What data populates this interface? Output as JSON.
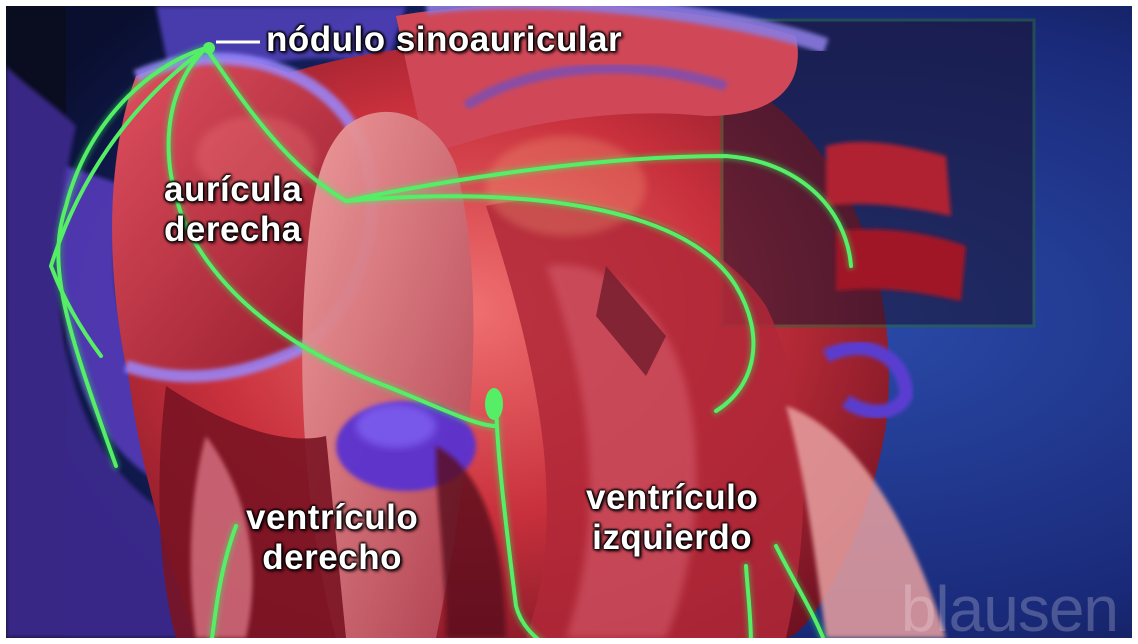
{
  "labels": {
    "sa_node": "nódulo sinoauricular",
    "right_atrium": [
      "aurícula",
      "derecha"
    ],
    "right_ventricle": [
      "ventrículo",
      "derecho"
    ],
    "left_ventricle": [
      "ventrículo",
      "izquierdo"
    ]
  },
  "watermark": "blausen",
  "colors": {
    "background": "#1a2a7a",
    "heart_red": "#c8303c",
    "conduction_green": "#55ee66",
    "pericardium_purple": "#7a5acc",
    "label_text": "#ffffff"
  }
}
